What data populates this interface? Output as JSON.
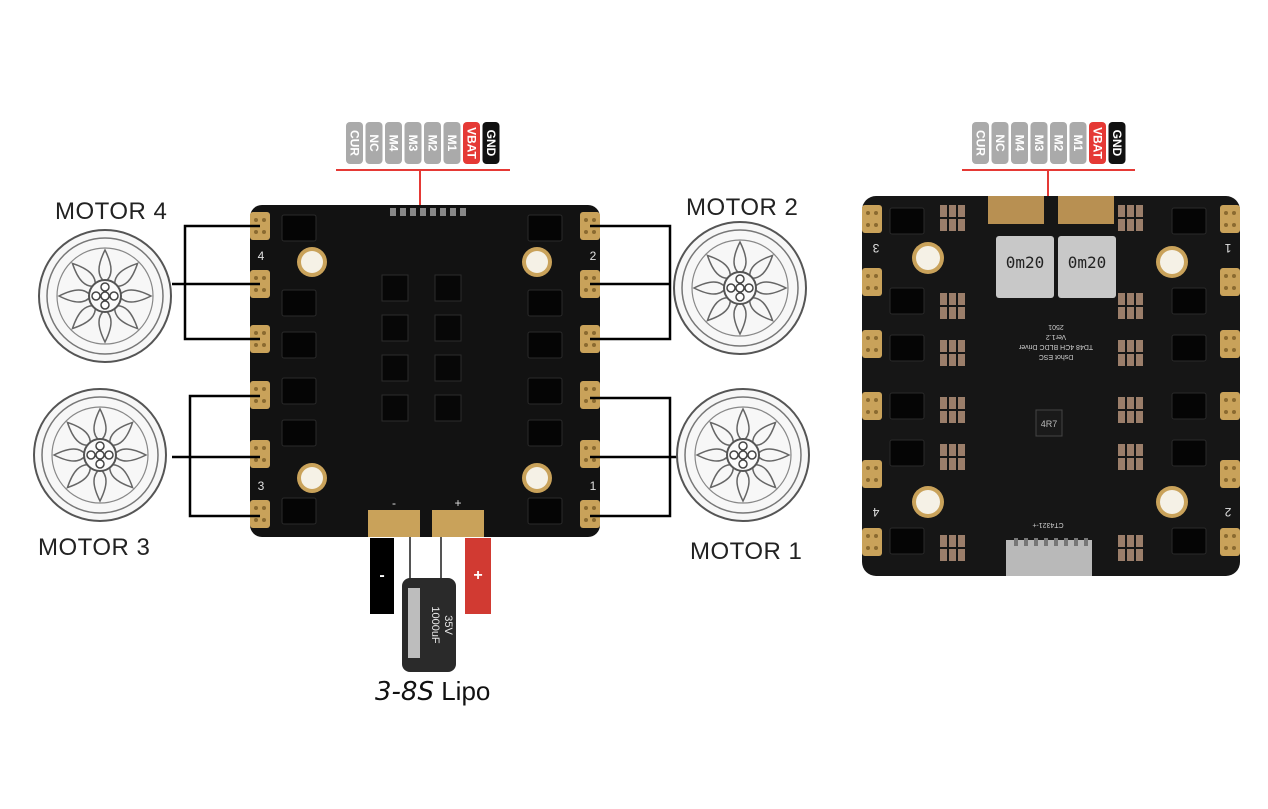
{
  "left_connector": {
    "pins": [
      {
        "label": "CUR",
        "color": "#aaaaaa"
      },
      {
        "label": "NC",
        "color": "#aaaaaa"
      },
      {
        "label": "M4",
        "color": "#aaaaaa"
      },
      {
        "label": "M3",
        "color": "#aaaaaa"
      },
      {
        "label": "M2",
        "color": "#aaaaaa"
      },
      {
        "label": "M1",
        "color": "#aaaaaa"
      },
      {
        "label": "VBAT",
        "color": "#e53935"
      },
      {
        "label": "GND",
        "color": "#111111"
      }
    ]
  },
  "right_connector": {
    "pins": [
      {
        "label": "CUR",
        "color": "#aaaaaa"
      },
      {
        "label": "NC",
        "color": "#aaaaaa"
      },
      {
        "label": "M4",
        "color": "#aaaaaa"
      },
      {
        "label": "M3",
        "color": "#aaaaaa"
      },
      {
        "label": "M2",
        "color": "#aaaaaa"
      },
      {
        "label": "M1",
        "color": "#aaaaaa"
      },
      {
        "label": "VBAT",
        "color": "#e53935"
      },
      {
        "label": "GND",
        "color": "#111111"
      }
    ]
  },
  "motors": {
    "motor4": "MOTOR 4",
    "motor2": "MOTOR 2",
    "motor3": "MOTOR 3",
    "motor1": "MOTOR 1"
  },
  "board_front": {
    "corner_labels": [
      "4",
      "2",
      "3",
      "1"
    ],
    "power_minus": "-",
    "power_plus": "+"
  },
  "battery": {
    "negative_lead": "-",
    "positive_lead": "+",
    "capacitor_voltage": "35V",
    "capacitor_value": "1000uF",
    "cell_range": "3-8S",
    "type": "Lipo"
  },
  "board_back": {
    "shunt_left": "0m20",
    "shunt_right": "0m20",
    "product_line1": "Dshot ESC",
    "product_line2": "TD48 4CH BLDC Driver",
    "version": "Ver1.2",
    "date": "2501",
    "inductor": "4R7",
    "corner_labels": [
      "3",
      "1",
      "4",
      "2"
    ],
    "header_label": "CT4321-+"
  },
  "colors": {
    "pcb": "#121212",
    "pad": "#c9a25a",
    "wire": "#000000",
    "signal_line": "#e53935"
  }
}
